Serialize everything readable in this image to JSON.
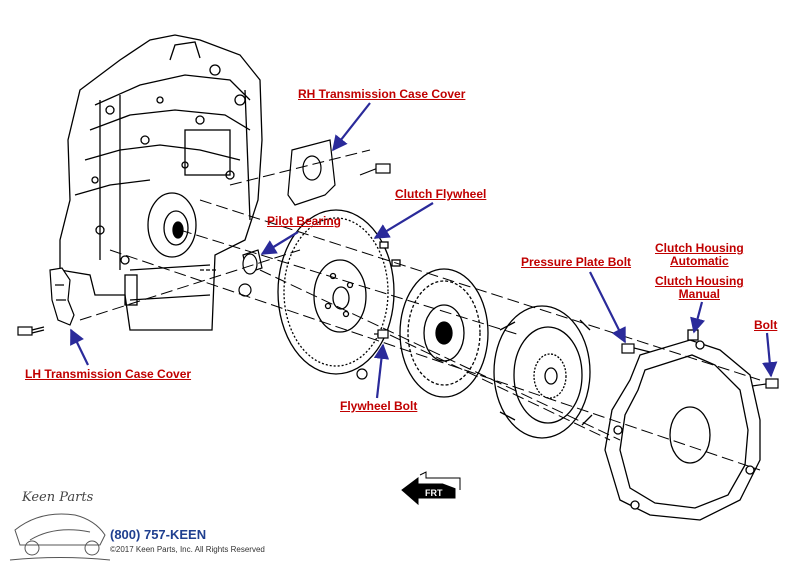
{
  "labels": {
    "rh_transmission_case_cover": "RH Transmission Case Cover",
    "clutch_flywheel": "Clutch Flywheel",
    "pilot_bearing": "Pilot Bearing",
    "pressure_plate_bolt": "Pressure Plate Bolt",
    "clutch_housing_automatic_line1": "Clutch Housing",
    "clutch_housing_automatic_line2": "Automatic",
    "clutch_housing_manual_line1": "Clutch Housing",
    "clutch_housing_manual_line2": "Manual",
    "bolt": "Bolt",
    "lh_transmission_case_cover": "LH Transmission Case Cover",
    "flywheel_bolt": "Flywheel Bolt"
  },
  "direction_marker": "FRT",
  "branding": {
    "logo_text": "Keen Parts",
    "phone": "(800) 757-KEEN",
    "copyright": "©2017 Keen Parts, Inc. All Rights Reserved"
  },
  "colors": {
    "label": "#c00000",
    "arrow": "#2a2a9a",
    "line_art": "#000000",
    "phone": "#1f3f8f"
  }
}
